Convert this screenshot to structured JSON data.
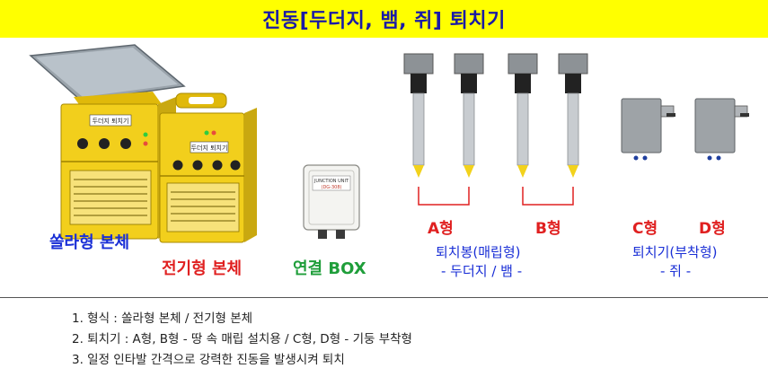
{
  "title": "진동[두더지, 뱀, 쥐] 퇴치기",
  "products": {
    "solar_body": "쏠라형 본체",
    "electric_body": "전기형 본체",
    "junction_box": "연결 BOX",
    "junction_box_plate": "JUNCTION UNIT",
    "junction_box_code": "(DG-308)",
    "device_plate": "두더지 퇴치기",
    "type_a": "A형",
    "type_b": "B형",
    "type_c": "C형",
    "type_d": "D형",
    "rod_group_title": "퇴치봉(매립형)",
    "rod_group_sub": "- 두더지 / 뱀 -",
    "mount_group_title": "퇴치기(부착형)",
    "mount_group_sub": "- 쥐 -"
  },
  "notes": [
    "1. 형식 : 쏠라형 본체 / 전기형 본체",
    "2. 퇴치기 : A형, B형 - 땅 속 매립 설치용 / C형, D형 - 기둥 부착형",
    "3. 일정 인타발 간격으로 강력한 진동을 발생시켜 퇴치"
  ],
  "colors": {
    "title_bg": "#ffff00",
    "title_text": "#1a1aa6",
    "blue_label": "#1a2fd6",
    "red_label": "#e02020",
    "green_label": "#1f9e3a",
    "device_yellow": "#f2cf1c"
  }
}
